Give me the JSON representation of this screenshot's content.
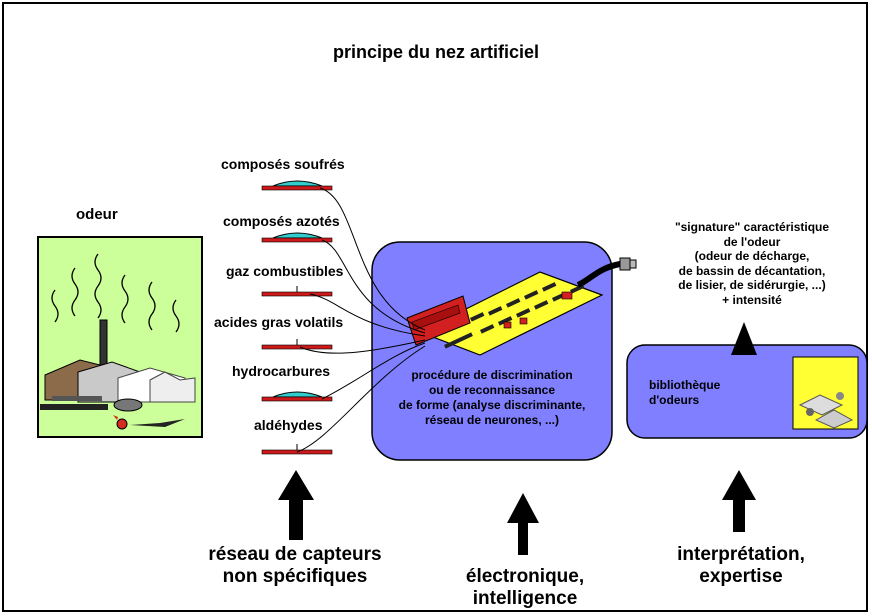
{
  "title": "principe du nez artificiel",
  "odor_label": "odeur",
  "sensors": [
    "composés soufrés",
    "composés azotés",
    "gaz combustibles",
    "acides gras volatils",
    "hydrocarbures",
    "aldéhydes"
  ],
  "electronics_text": [
    "procédure de discrimination",
    "ou de reconnaissance",
    "de forme (analyse discriminante,",
    "réseau de neurones, ...)"
  ],
  "signature_text": [
    "\"signature\" caractéristique",
    "de l'odeur",
    "(odeur de décharge,",
    "de bassin de décantation,",
    "de lisier, de sidérurgie, ...)",
    "+ intensité"
  ],
  "library_text": [
    "bibliothèque",
    "d'odeurs"
  ],
  "bottom_labels": {
    "sensors": [
      "réseau de capteurs",
      "non spécifiques"
    ],
    "electronics": [
      "électronique,",
      "intelligence"
    ],
    "interpretation": [
      "interprétation,",
      "expertise"
    ]
  },
  "colors": {
    "blue_box": "#7f7fff",
    "scene_green": "#ccff99",
    "sensor_red": "#cc1a1a",
    "sensor_dome": "#33cccc",
    "board_yellow": "#ffff33"
  }
}
